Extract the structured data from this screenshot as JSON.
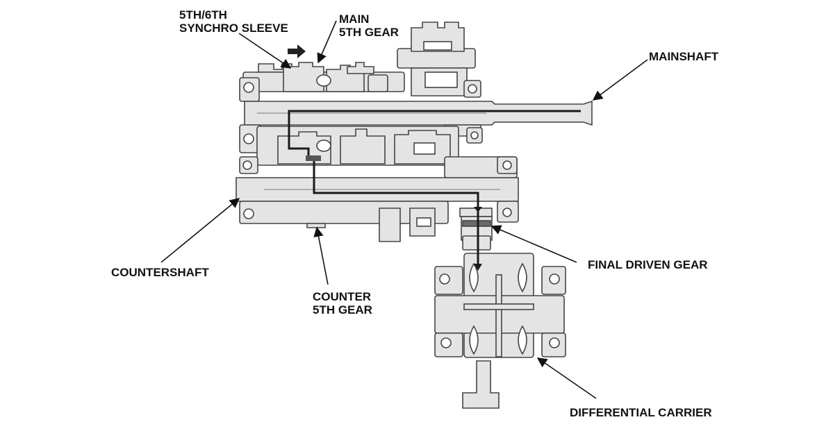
{
  "colors": {
    "background": "#ffffff",
    "housing_fill": "#e4e4e4",
    "housing_stroke": "#444444",
    "power_path": "#1a1a1a",
    "leader": "#111111"
  },
  "labels": {
    "synchro_sleeve": [
      "5TH/6TH",
      "SYNCHRO SLEEVE"
    ],
    "main_5th_gear": [
      "MAIN",
      "5TH GEAR"
    ],
    "mainshaft": "MAINSHAFT",
    "countershaft": "COUNTERSHAFT",
    "counter_5th_gear": [
      "COUNTER",
      "5TH GEAR"
    ],
    "final_driven_gear": "FINAL DRIVEN GEAR",
    "differential_carrier": "DIFFERENTIAL CARRIER"
  },
  "icons": {
    "shift_direction": "right-arrow-icon"
  }
}
